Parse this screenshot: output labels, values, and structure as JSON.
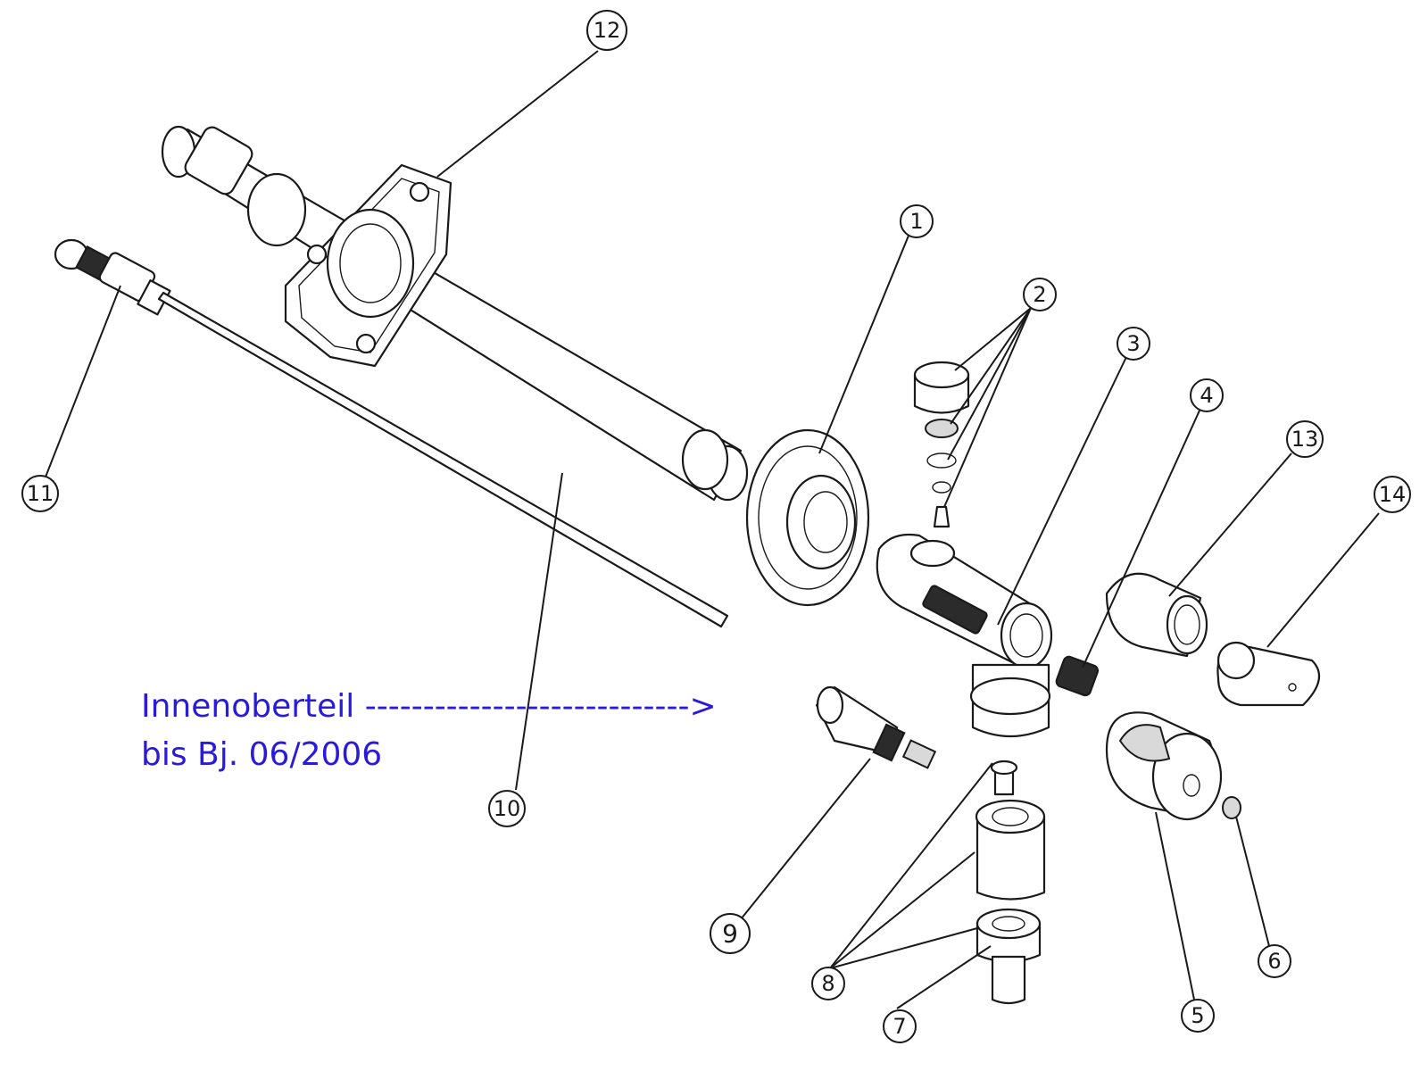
{
  "annotation": {
    "line1": "Innenoberteil ---------------------------->",
    "line2": "bis Bj. 06/2006",
    "color": "#2a1adb"
  },
  "callouts": [
    "1",
    "2",
    "3",
    "4",
    "5",
    "6",
    "7",
    "8",
    "9",
    "10",
    "11",
    "12",
    "13",
    "14"
  ]
}
